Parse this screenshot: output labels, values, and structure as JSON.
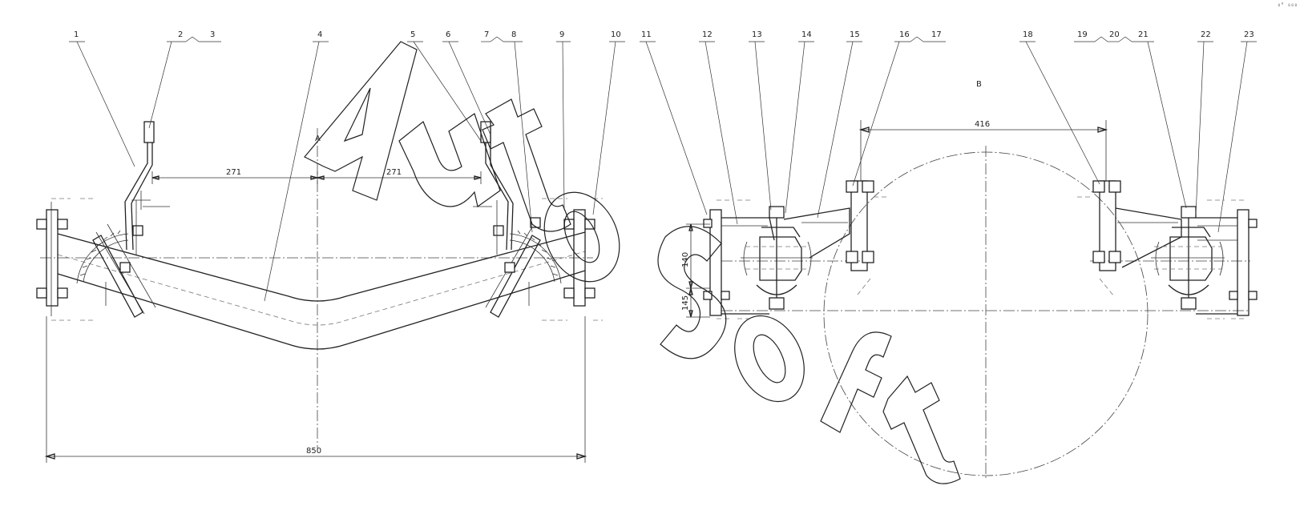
{
  "drawing": {
    "callouts": [
      "1",
      "2",
      "3",
      "4",
      "5",
      "6",
      "7",
      "8",
      "9",
      "10",
      "11",
      "12",
      "13",
      "14",
      "15",
      "16",
      "17",
      "18",
      "19",
      "20",
      "21",
      "22",
      "23"
    ],
    "view_labels": {
      "a": "A",
      "b": "B"
    },
    "dimensions": {
      "left_half": "271",
      "right_half": "271",
      "overall_width": "850",
      "right_span": "416",
      "height_upper": "140",
      "height_lower": "145"
    },
    "watermark": "AutoSoft",
    "corner_mark": "₀⁰ ₀₀₀",
    "colors": {
      "line": "#222222",
      "background": "#ffffff"
    }
  }
}
